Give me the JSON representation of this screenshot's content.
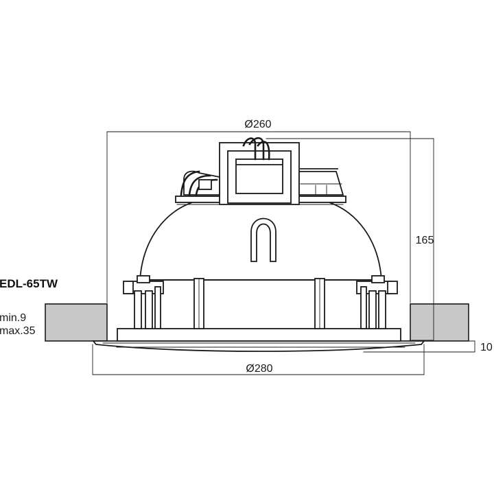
{
  "model": "EDL-65TW",
  "dimensions": {
    "outer_diameter_top": "Ø260",
    "height": "165",
    "ceiling_thickness_min": "min.9",
    "ceiling_thickness_max": "max.35",
    "flange_height": "10",
    "flange_diameter": "Ø280"
  },
  "colors": {
    "line": "#1a1a1a",
    "ceiling": "#c8c8c8"
  }
}
